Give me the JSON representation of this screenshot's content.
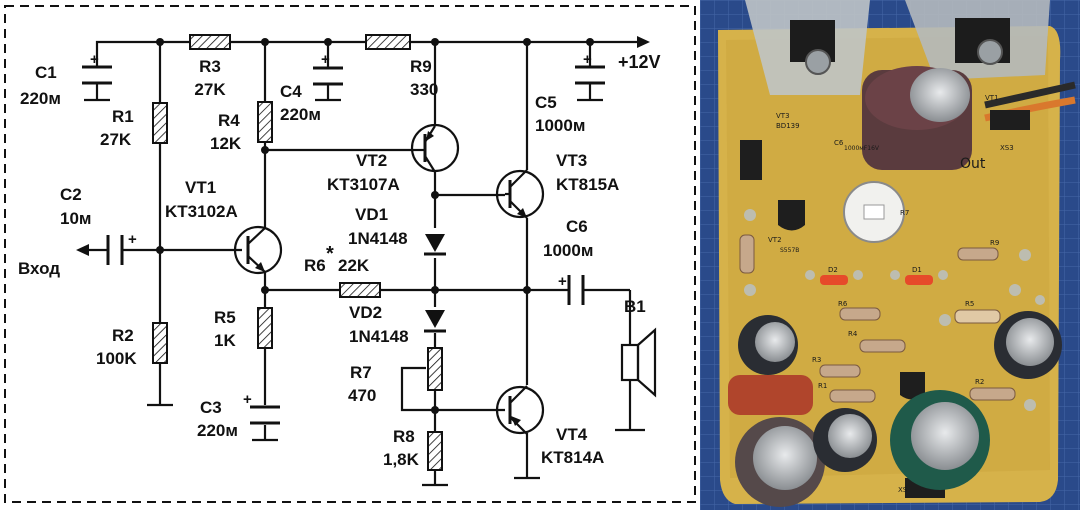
{
  "schematic": {
    "components": {
      "C1": [
        "C1",
        "220м"
      ],
      "R3": [
        "R3",
        "27K"
      ],
      "C4": [
        "C4",
        "220м"
      ],
      "R9": [
        "R9",
        "330"
      ],
      "C5": [
        "C5",
        "1000м"
      ],
      "R1": [
        "R1",
        "27K"
      ],
      "R4": [
        "R4",
        "12K"
      ],
      "VT2": [
        "VT2",
        "KT3107A"
      ],
      "VT3": [
        "VT3",
        "KT815A"
      ],
      "VT1": [
        "VT1",
        "KT3102A"
      ],
      "C2": [
        "C2",
        "10м"
      ],
      "VD1": [
        "VD1",
        "1N4148"
      ],
      "C6": [
        "C6",
        "1000м"
      ],
      "R6": [
        "R6",
        "22K"
      ],
      "R2": [
        "R2",
        "100K"
      ],
      "R5": [
        "R5",
        "1K"
      ],
      "VD2": [
        "VD2",
        "1N4148"
      ],
      "B1": [
        "B1"
      ],
      "R7": [
        "R7",
        "470"
      ],
      "C3": [
        "C3",
        "220м"
      ],
      "R8": [
        "R8",
        "1,8K"
      ],
      "VT4": [
        "VT4",
        "KT814A"
      ]
    },
    "supply_label": "+12V",
    "input_label": "Вход",
    "asterisk": "*",
    "plus": "+"
  },
  "pcb": {
    "labels": [
      "VT3",
      "BD139",
      "C6",
      "1000мF16V",
      "XS3",
      "VT1",
      "Out",
      "VT2",
      "S557B",
      "R7",
      "R9",
      "D2",
      "D1",
      "R6",
      "R5",
      "R4",
      "R3",
      "R1",
      "R2",
      "XS"
    ]
  },
  "colors": {
    "schematic_bg": "#ffffff",
    "ink": "#111111",
    "pcb_board": "#d6b24a",
    "pcb_mask": "#c9a13c",
    "heatsink": "#bfc4c7",
    "photo_bg": "#2a4a8a"
  }
}
